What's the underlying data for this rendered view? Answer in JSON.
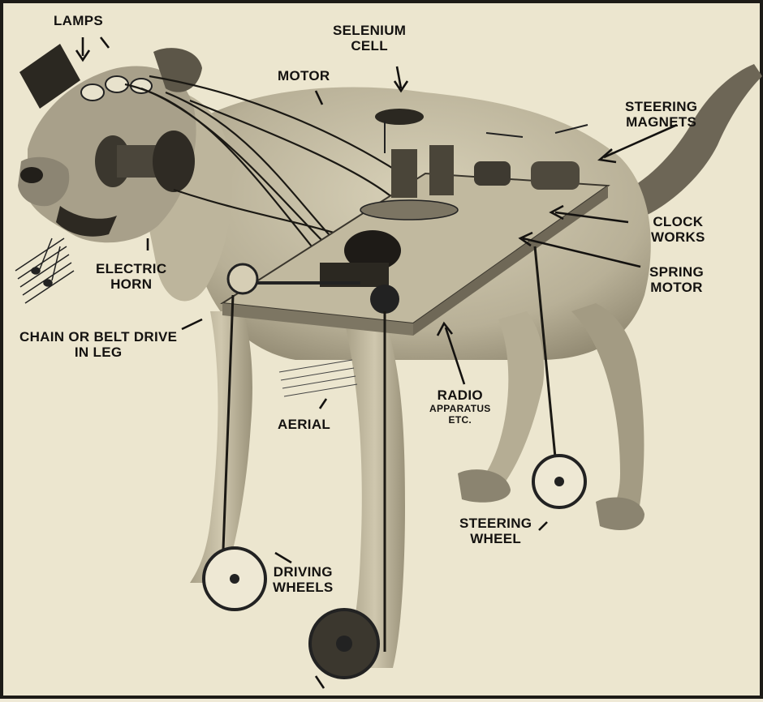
{
  "labels": {
    "lamps": "LAMPS",
    "selenium_cell": [
      "SELENIUM",
      "CELL"
    ],
    "motor": "MOTOR",
    "steering_magnets": [
      "STEERING",
      "MAGNETS"
    ],
    "clock_works": [
      "CLOCK",
      "WORKS"
    ],
    "spring_motor": [
      "SPRING",
      "MOTOR"
    ],
    "electric_horn": [
      "ELECTRIC",
      "HORN"
    ],
    "chain_or_belt_drive": [
      "CHAIN OR BELT DRIVE",
      "IN LEG"
    ],
    "aerial": "AERIAL",
    "radio_apparatus": [
      "RADIO",
      "APPARATUS",
      "ETC."
    ],
    "steering_wheel": [
      "STEERING",
      "WHEEL"
    ],
    "driving_wheels": [
      "DRIVING",
      "WHEELS"
    ]
  },
  "colors": {
    "paper": "#ece6cf",
    "ink": "#141210",
    "fur_light": "#c9c1a8",
    "fur_dark": "#8f8773"
  }
}
